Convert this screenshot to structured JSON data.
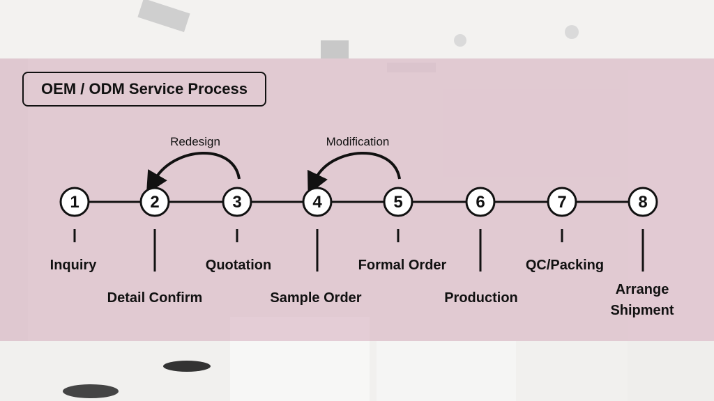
{
  "title": "OEM / ODM Service Process",
  "steps": [
    {
      "number": "1",
      "label": "Inquiry"
    },
    {
      "number": "2",
      "label": "Detail Confirm"
    },
    {
      "number": "3",
      "label": "Quotation"
    },
    {
      "number": "4",
      "label": "Sample Order"
    },
    {
      "number": "5",
      "label": "Formal Order"
    },
    {
      "number": "6",
      "label": "Production"
    },
    {
      "number": "7",
      "label": "QC/Packing"
    },
    {
      "number": "8",
      "label_lines": [
        "Arrange",
        "Shipment"
      ]
    }
  ],
  "loops": [
    {
      "label": "Redesign",
      "from": "3",
      "to": "2"
    },
    {
      "label": "Modification",
      "from": "5",
      "to": "4"
    }
  ],
  "colors": {
    "band": "#ddbcc9",
    "line": "#111111",
    "node_fill": "#ffffff"
  }
}
